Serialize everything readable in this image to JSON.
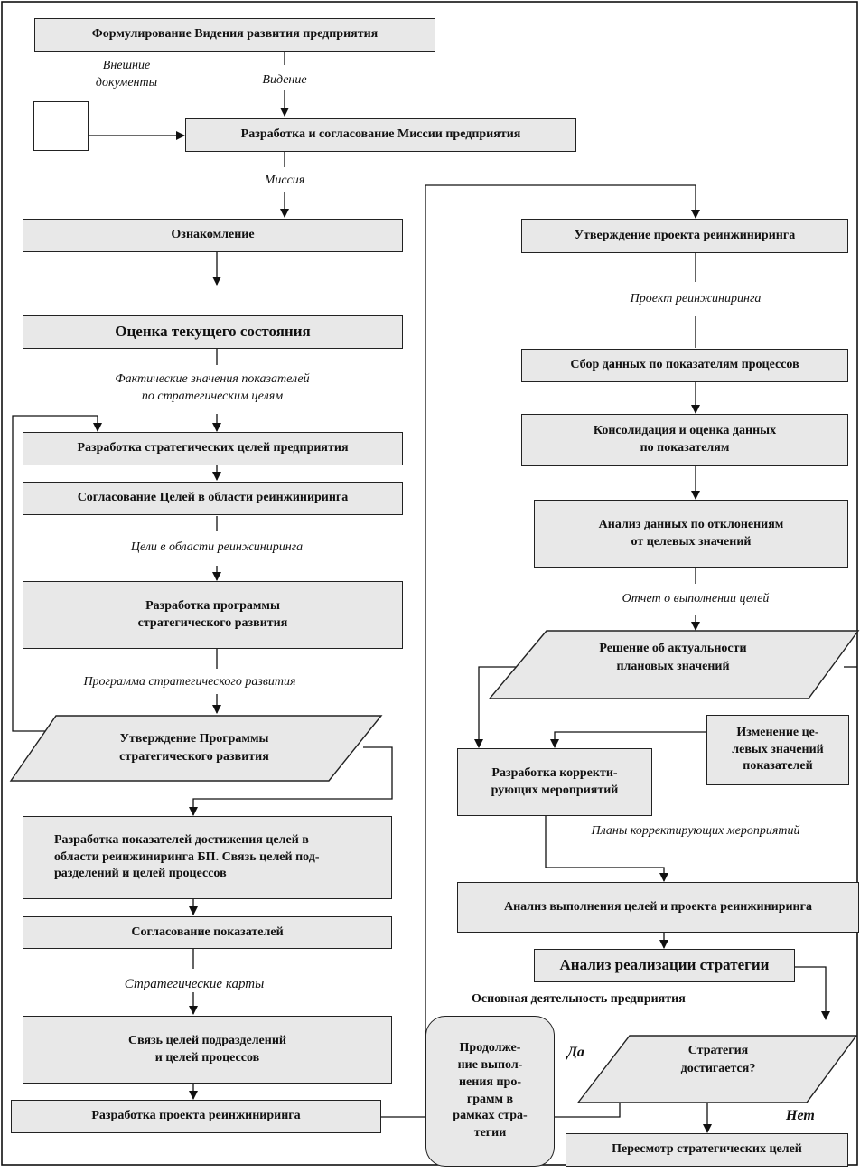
{
  "boxes": {
    "vision": "Формулирование Видения развития предприятия",
    "mission": "Разработка и согласование Миссии предприятия",
    "familiarization": "Ознакомление",
    "current_state": "Оценка текущего состояния",
    "strategic_goals": "Разработка стратегических целей предприятия",
    "agree_goals": "Согласование Целей в области реинжиниринга",
    "program_dev": "Разработка программы\nстратегического развития",
    "approve_program": "Утверждение       Программы\nстратегического развития",
    "indicators": "Разработка показателей достижения целей в\nобласти реинжиниринга БП.  Связь целей под-\nразделений и целей процессов",
    "agree_indicators": "Согласование показателей",
    "link_goals": "Связь целей подразделений\nи целей процессов",
    "reeng_project": "Разработка проекта реинжиниринга",
    "approve_reeng": "Утверждение проекта реинжиниринга",
    "collect_data": "Сбор данных по показателям процессов",
    "consolidate": "Консолидация и оценка данных\nпо показателям",
    "analyze_deviation": "Анализ данных по отклонениям\nот целевых значений",
    "decision": "Решение об актуальности\nплановых значений",
    "corrective": "Разработка корректи-\nрующих мероприятий",
    "change_targets": "Изменение це-\nлевых значений\nпоказателей",
    "analyze_goals": "Анализ выполнения целей и проекта реинжиниринга",
    "analyze_strategy": "Анализ реализации стратегии",
    "strategy_achieved": "Стратегия\nдостигается?",
    "revise_goals": "Пересмотр стратегических целей",
    "continue_program": "Продолже-\nние выпол-\nнения про-\nграмм в\nрамках стра-\nтегии"
  },
  "labels": {
    "external_docs": "Внешние\nдокументы",
    "vision": "Видение",
    "mission": "Миссия",
    "actual_values": "Фактические значения показателей\nпо стратегическим целям",
    "reeng_goals": "Цели в области реинжиниринга",
    "strategic_program": "Программа стратегического развития",
    "strategic_maps": "Стратегические карты",
    "reeng_project": "Проект реинжиниринга",
    "goal_report": "Отчет о выполнении целей",
    "corrective_plans": "Планы корректирующих мероприятий",
    "main_activity": "Основная деятельность предприятия",
    "yes": "Да",
    "no": "Нет"
  }
}
